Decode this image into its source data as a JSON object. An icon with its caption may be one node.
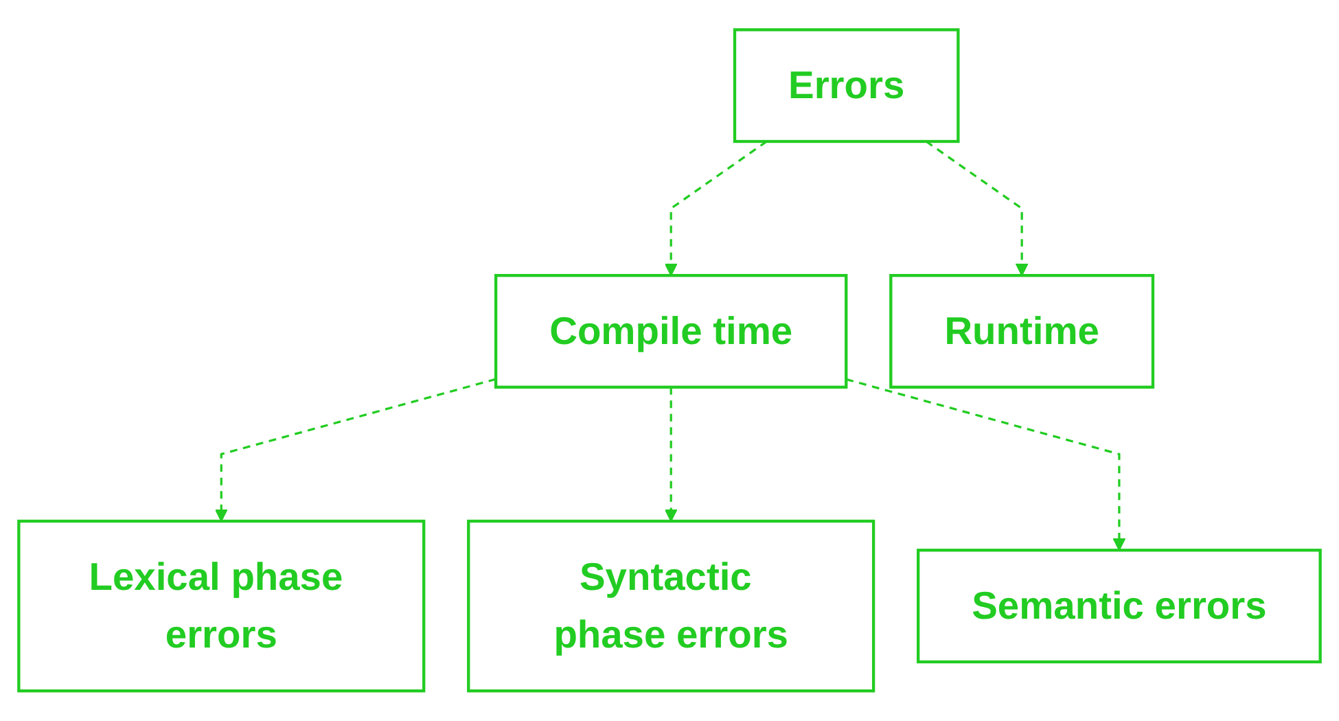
{
  "diagram": {
    "nodes": [
      {
        "text": [
          "Errors"
        ]
      },
      {
        "text": [
          "Compile time"
        ]
      },
      {
        "text": [
          "Runtime"
        ]
      },
      {
        "text": [
          "Lexical phase errors"
        ]
      },
      {
        "text": [
          "Syntactic phase errors"
        ]
      },
      {
        "text": [
          "Semantic errors"
        ]
      }
    ],
    "edges": [
      {
        "from": 0,
        "to": 1,
        "arrow": "to",
        "style": "dashed"
      },
      {
        "from": 0,
        "to": 2,
        "arrow": "to",
        "style": "dashed"
      },
      {
        "from": 1,
        "to": 3,
        "arrow": "to",
        "style": "dashed"
      },
      {
        "from": 1,
        "to": 4,
        "arrow": "to",
        "style": "dashed"
      },
      {
        "from": 1,
        "to": 5,
        "arrow": "to",
        "style": "dashed"
      }
    ]
  }
}
